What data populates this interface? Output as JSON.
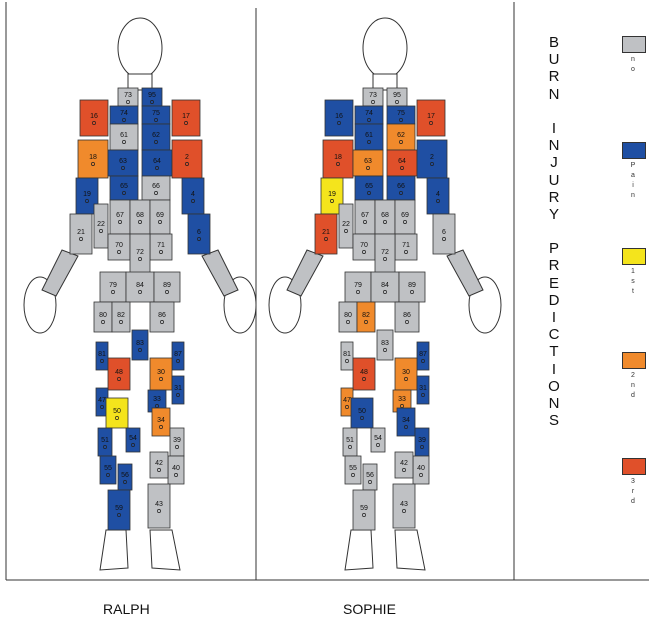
{
  "title": "BURN INJURY PREDICTIONS",
  "colors": {
    "no": "#bfc1c4",
    "pain": "#1f4fa3",
    "first": "#f4e41c",
    "second": "#f08a2c",
    "third": "#e0502a",
    "outline": "#333333",
    "head": "#ffffff"
  },
  "legend": [
    {
      "key": "no",
      "label": "no"
    },
    {
      "key": "pain",
      "label": "Pain"
    },
    {
      "key": "first",
      "label": "1st"
    },
    {
      "key": "second",
      "label": "2nd"
    },
    {
      "key": "third",
      "label": "3rd"
    }
  ],
  "figures": [
    {
      "name": "RALPH",
      "regions": [
        {
          "id": "73",
          "c": "no"
        },
        {
          "id": "95",
          "c": "pain"
        },
        {
          "id": "74",
          "c": "pain"
        },
        {
          "id": "75",
          "c": "pain"
        },
        {
          "id": "16",
          "c": "third"
        },
        {
          "id": "17",
          "c": "third"
        },
        {
          "id": "61",
          "c": "no"
        },
        {
          "id": "62",
          "c": "pain"
        },
        {
          "id": "18",
          "c": "second"
        },
        {
          "id": "63",
          "c": "pain"
        },
        {
          "id": "64",
          "c": "pain"
        },
        {
          "id": "2",
          "c": "third"
        },
        {
          "id": "65",
          "c": "pain"
        },
        {
          "id": "66",
          "c": "no"
        },
        {
          "id": "19",
          "c": "pain"
        },
        {
          "id": "4",
          "c": "pain"
        },
        {
          "id": "67",
          "c": "no"
        },
        {
          "id": "68",
          "c": "no"
        },
        {
          "id": "69",
          "c": "no"
        },
        {
          "id": "21",
          "c": "no"
        },
        {
          "id": "22",
          "c": "no"
        },
        {
          "id": "6",
          "c": "pain"
        },
        {
          "id": "70",
          "c": "no"
        },
        {
          "id": "71",
          "c": "no"
        },
        {
          "id": "72",
          "c": "no"
        },
        {
          "id": "79",
          "c": "no"
        },
        {
          "id": "84",
          "c": "no"
        },
        {
          "id": "89",
          "c": "no"
        },
        {
          "id": "80",
          "c": "no"
        },
        {
          "id": "82",
          "c": "no"
        },
        {
          "id": "83",
          "c": "pain"
        },
        {
          "id": "86",
          "c": "no"
        },
        {
          "id": "81",
          "c": "pain"
        },
        {
          "id": "87",
          "c": "pain"
        },
        {
          "id": "48",
          "c": "third"
        },
        {
          "id": "30",
          "c": "second"
        },
        {
          "id": "47",
          "c": "pain"
        },
        {
          "id": "31",
          "c": "pain"
        },
        {
          "id": "50",
          "c": "first"
        },
        {
          "id": "33",
          "c": "pain"
        },
        {
          "id": "34",
          "c": "second"
        },
        {
          "id": "51",
          "c": "pain"
        },
        {
          "id": "54",
          "c": "pain"
        },
        {
          "id": "39",
          "c": "no"
        },
        {
          "id": "55",
          "c": "pain"
        },
        {
          "id": "40",
          "c": "no"
        },
        {
          "id": "56",
          "c": "pain"
        },
        {
          "id": "42",
          "c": "no"
        },
        {
          "id": "59",
          "c": "pain"
        },
        {
          "id": "43",
          "c": "no"
        }
      ]
    },
    {
      "name": "SOPHIE",
      "regions": [
        {
          "id": "73",
          "c": "no"
        },
        {
          "id": "95",
          "c": "no"
        },
        {
          "id": "74",
          "c": "pain"
        },
        {
          "id": "75",
          "c": "pain"
        },
        {
          "id": "16",
          "c": "pain"
        },
        {
          "id": "17",
          "c": "third"
        },
        {
          "id": "61",
          "c": "pain"
        },
        {
          "id": "62",
          "c": "second"
        },
        {
          "id": "18",
          "c": "third"
        },
        {
          "id": "63",
          "c": "second"
        },
        {
          "id": "64",
          "c": "third"
        },
        {
          "id": "2",
          "c": "pain"
        },
        {
          "id": "65",
          "c": "pain"
        },
        {
          "id": "66",
          "c": "pain"
        },
        {
          "id": "19",
          "c": "first"
        },
        {
          "id": "4",
          "c": "pain"
        },
        {
          "id": "67",
          "c": "no"
        },
        {
          "id": "68",
          "c": "no"
        },
        {
          "id": "69",
          "c": "no"
        },
        {
          "id": "21",
          "c": "third"
        },
        {
          "id": "22",
          "c": "no"
        },
        {
          "id": "6",
          "c": "no"
        },
        {
          "id": "70",
          "c": "no"
        },
        {
          "id": "71",
          "c": "no"
        },
        {
          "id": "72",
          "c": "no"
        },
        {
          "id": "79",
          "c": "no"
        },
        {
          "id": "84",
          "c": "no"
        },
        {
          "id": "89",
          "c": "no"
        },
        {
          "id": "80",
          "c": "no"
        },
        {
          "id": "82",
          "c": "second"
        },
        {
          "id": "83",
          "c": "no"
        },
        {
          "id": "86",
          "c": "no"
        },
        {
          "id": "81",
          "c": "no"
        },
        {
          "id": "87",
          "c": "pain"
        },
        {
          "id": "48",
          "c": "third"
        },
        {
          "id": "30",
          "c": "second"
        },
        {
          "id": "47",
          "c": "second"
        },
        {
          "id": "31",
          "c": "pain"
        },
        {
          "id": "50",
          "c": "pain"
        },
        {
          "id": "33",
          "c": "second"
        },
        {
          "id": "34",
          "c": "pain"
        },
        {
          "id": "51",
          "c": "no"
        },
        {
          "id": "54",
          "c": "no"
        },
        {
          "id": "39",
          "c": "pain"
        },
        {
          "id": "55",
          "c": "no"
        },
        {
          "id": "40",
          "c": "no"
        },
        {
          "id": "56",
          "c": "no"
        },
        {
          "id": "42",
          "c": "no"
        },
        {
          "id": "59",
          "c": "no"
        },
        {
          "id": "43",
          "c": "no"
        }
      ]
    }
  ]
}
